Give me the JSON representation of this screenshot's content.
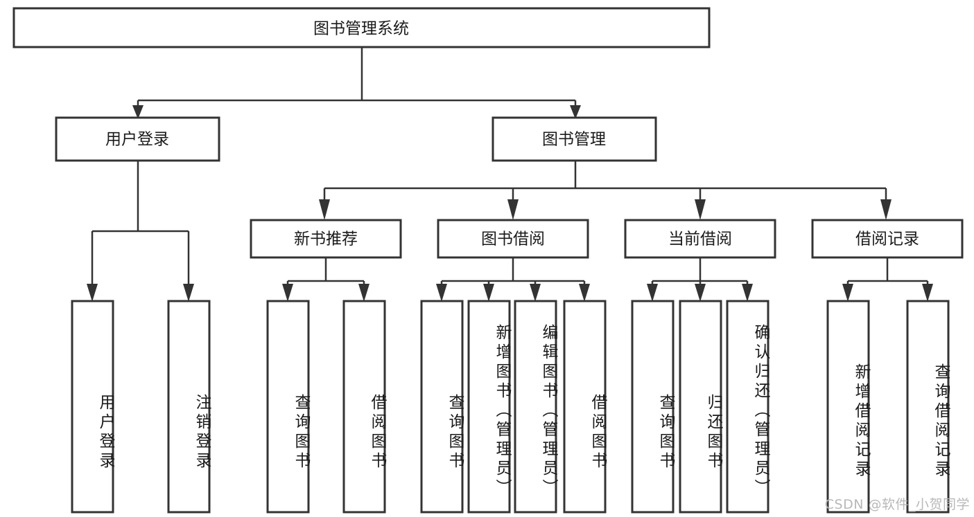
{
  "diagram": {
    "title": "图书管理系统",
    "type": "tree",
    "watermark": "CSDN @软件_小贺同学",
    "colors": {
      "stroke": "#333333",
      "fill": "#ffffff",
      "text": "#1a1a1a",
      "watermark": "#b8b8b8"
    },
    "nodes": {
      "root": {
        "label": "图书管理系统",
        "orientation": "horizontal",
        "level": 0
      },
      "l2": [
        {
          "id": "user-login",
          "label": "用户登录",
          "orientation": "horizontal",
          "level": 1
        },
        {
          "id": "book-manage",
          "label": "图书管理",
          "orientation": "horizontal",
          "level": 1
        }
      ],
      "l3": [
        {
          "id": "new-book-rec",
          "label": "新书推荐",
          "orientation": "horizontal",
          "level": 2
        },
        {
          "id": "book-borrow",
          "label": "图书借阅",
          "orientation": "horizontal",
          "level": 2
        },
        {
          "id": "current-borrow",
          "label": "当前借阅",
          "orientation": "horizontal",
          "level": 2
        },
        {
          "id": "borrow-record",
          "label": "借阅记录",
          "orientation": "horizontal",
          "level": 2
        }
      ],
      "leaves": [
        {
          "id": "leaf-user-login",
          "label": "用户登录",
          "orientation": "vertical",
          "parent": "user-login"
        },
        {
          "id": "leaf-user-logout",
          "label": "注销登录",
          "orientation": "vertical",
          "parent": "user-login"
        },
        {
          "id": "leaf-query-book-1",
          "label": "查询图书",
          "orientation": "vertical",
          "parent": "new-book-rec"
        },
        {
          "id": "leaf-borrow-book-1",
          "label": "借阅图书",
          "orientation": "vertical",
          "parent": "new-book-rec"
        },
        {
          "id": "leaf-query-book-2",
          "label": "查询图书",
          "orientation": "vertical",
          "parent": "book-borrow"
        },
        {
          "id": "leaf-add-book",
          "label": "新增图书（管理员）",
          "orientation": "vertical",
          "parent": "book-borrow"
        },
        {
          "id": "leaf-edit-book",
          "label": "编辑图书（管理员）",
          "orientation": "vertical",
          "parent": "book-borrow"
        },
        {
          "id": "leaf-borrow-book-2",
          "label": "借阅图书",
          "orientation": "vertical",
          "parent": "book-borrow"
        },
        {
          "id": "leaf-query-book-3",
          "label": "查询图书",
          "orientation": "vertical",
          "parent": "current-borrow"
        },
        {
          "id": "leaf-return-book",
          "label": "归还图书",
          "orientation": "vertical",
          "parent": "current-borrow"
        },
        {
          "id": "leaf-confirm-return",
          "label": "确认归还（管理员）",
          "orientation": "vertical",
          "parent": "current-borrow"
        },
        {
          "id": "leaf-add-record",
          "label": "新增借阅记录",
          "orientation": "vertical",
          "parent": "borrow-record"
        },
        {
          "id": "leaf-query-record",
          "label": "查询借阅记录",
          "orientation": "vertical",
          "parent": "borrow-record"
        }
      ]
    }
  }
}
